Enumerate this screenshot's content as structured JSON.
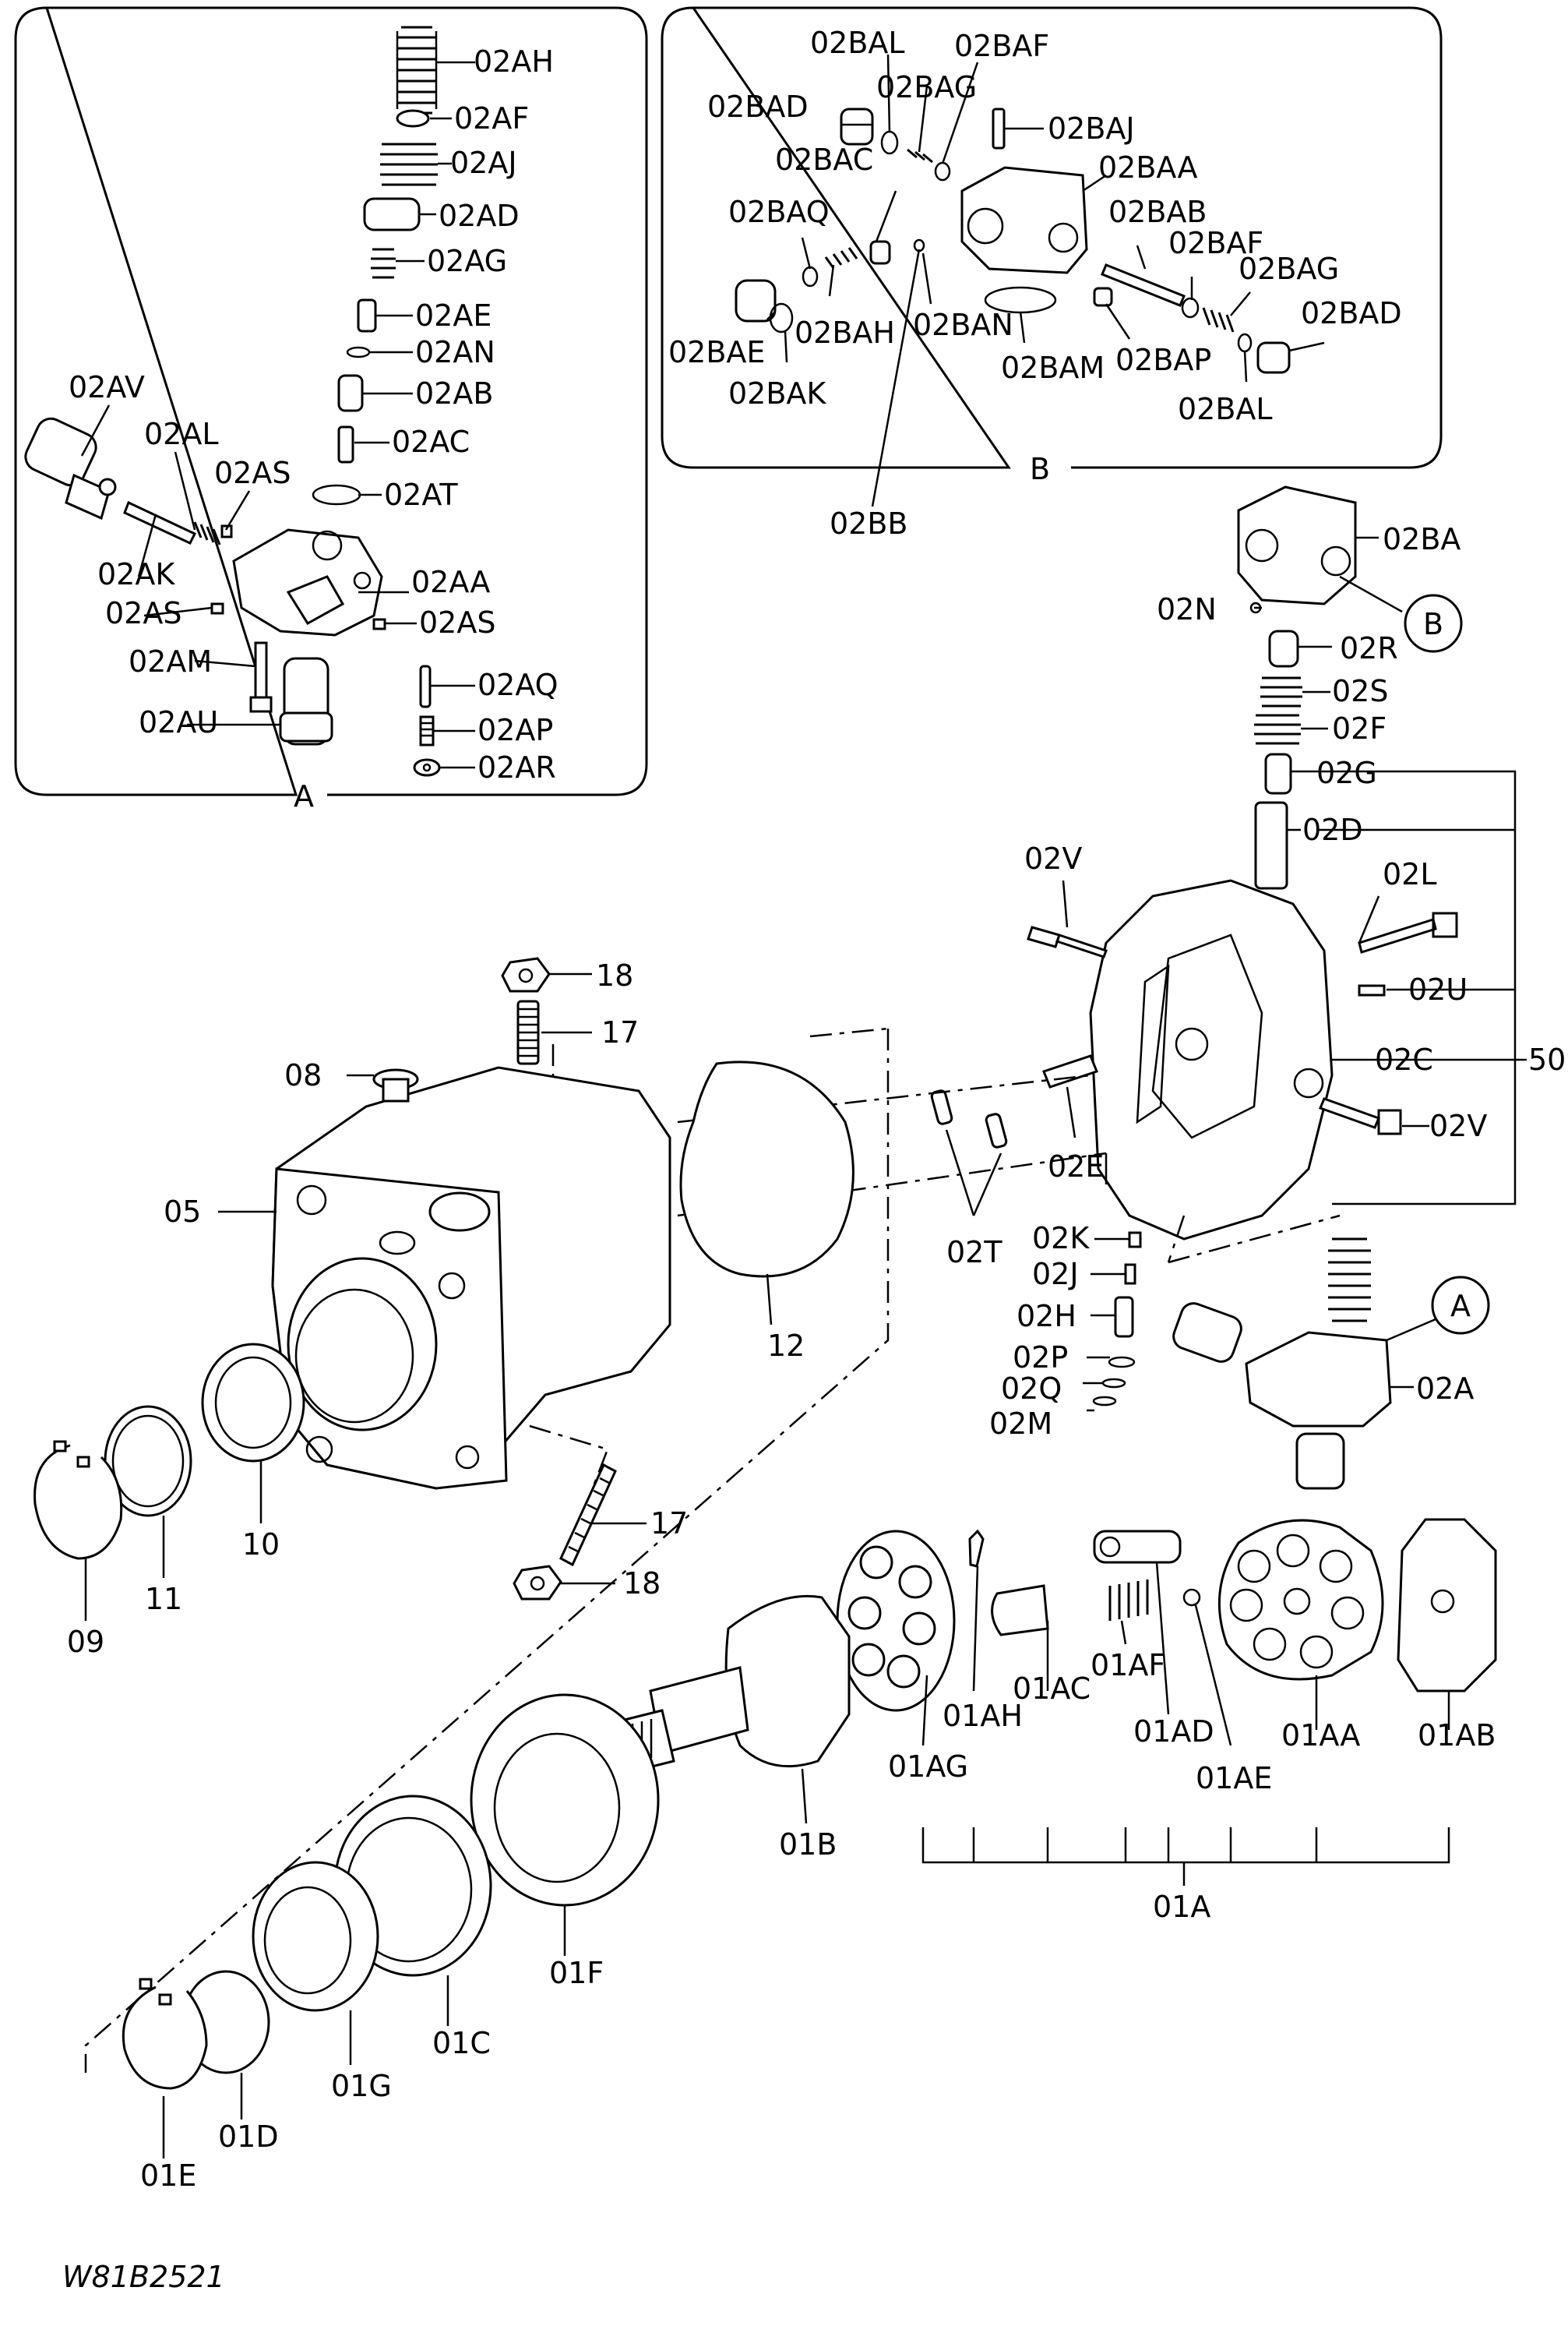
{
  "labels": {
    "p02AH": "02AH",
    "p02AF": "02AF",
    "p02AJ": "02AJ",
    "p02AD": "02AD",
    "p02AG": "02AG",
    "p02AE": "02AE",
    "p02AN": "02AN",
    "p02AB": "02AB",
    "p02AC": "02AC",
    "p02AT": "02AT",
    "p02AV": "02AV",
    "p02AL": "02AL",
    "p02AS_top": "02AS",
    "p02AK": "02AK",
    "p02AA": "02AA",
    "p02AS_left": "02AS",
    "p02AS_right": "02AS",
    "p02AM": "02AM",
    "p02AQ": "02AQ",
    "p02AU": "02AU",
    "p02AP": "02AP",
    "p02AR": "02AR",
    "panelA": "A",
    "p02BAL_top": "02BAL",
    "p02BAF_top": "02BAF",
    "p02BAD_left": "02BAD",
    "p02BAG_top": "02BAG",
    "p02BAJ": "02BAJ",
    "p02BAC": "02BAC",
    "p02BAA": "02BAA",
    "p02BAQ": "02BAQ",
    "p02BAB": "02BAB",
    "p02BAF_right": "02BAF",
    "p02BAG_right": "02BAG",
    "p02BAD_right": "02BAD",
    "p02BAE": "02BAE",
    "p02BAH": "02BAH",
    "p02BAN": "02BAN",
    "p02BAM": "02BAM",
    "p02BAP": "02BAP",
    "p02BAK": "02BAK",
    "p02BAL_bottom": "02BAL",
    "panelB": "B",
    "p02BB": "02BB",
    "p02BA": "02BA",
    "callB": "B",
    "p02N": "02N",
    "p02R": "02R",
    "p02S": "02S",
    "p02F": "02F",
    "p02G": "02G",
    "p02D": "02D",
    "p02V_top": "02V",
    "p02L": "02L",
    "p02U": "02U",
    "p02C": "02C",
    "p50": "50",
    "p02V_right": "02V",
    "p02E": "02E",
    "p02T": "02T",
    "p02K": "02K",
    "p02J": "02J",
    "p02H": "02H",
    "p02P": "02P",
    "p02Q": "02Q",
    "p02M": "02M",
    "callA": "A",
    "p02A": "02A",
    "p18_top": "18",
    "p17_top": "17",
    "p08": "08",
    "p05": "05",
    "p12": "12",
    "p10": "10",
    "p11": "11",
    "p09": "09",
    "p17_bottom": "17",
    "p18_bottom": "18",
    "p01AH": "01AH",
    "p01AC": "01AC",
    "p01AF": "01AF",
    "p01AD": "01AD",
    "p01AE": "01AE",
    "p01AA": "01AA",
    "p01AB": "01AB",
    "p01AG": "01AG",
    "p01B": "01B",
    "p01A": "01A",
    "p01F": "01F",
    "p01C": "01C",
    "p01G": "01G",
    "p01D": "01D",
    "p01E": "01E"
  },
  "drawing_ref": "W81B2521"
}
